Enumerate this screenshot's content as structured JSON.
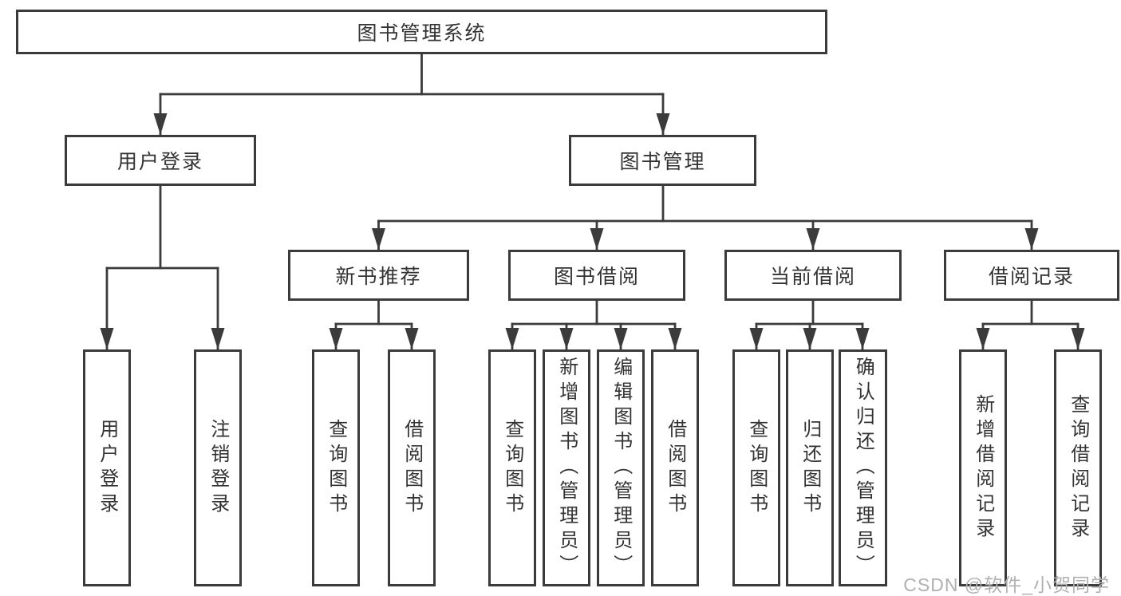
{
  "diagram_type": "hierarchy-tree",
  "colors": {
    "line": "#3b3b3b",
    "text": "#333333",
    "box_background": "#ffffff",
    "watermark": "#b0b0b0"
  },
  "tree": {
    "label": "图书管理系统",
    "children": [
      {
        "label": "用户登录",
        "children": [
          {
            "label": "用户登录"
          },
          {
            "label": "注销登录"
          }
        ]
      },
      {
        "label": "图书管理",
        "children": [
          {
            "label": "新书推荐",
            "children": [
              {
                "label": "查询图书"
              },
              {
                "label": "借阅图书"
              }
            ]
          },
          {
            "label": "图书借阅",
            "children": [
              {
                "label": "查询图书"
              },
              {
                "label": "新增图书（管理员）"
              },
              {
                "label": "编辑图书（管理员）"
              },
              {
                "label": "借阅图书"
              }
            ]
          },
          {
            "label": "当前借阅",
            "children": [
              {
                "label": "查询图书"
              },
              {
                "label": "归还图书"
              },
              {
                "label": "确认归还（管理员）"
              }
            ]
          },
          {
            "label": "借阅记录",
            "children": [
              {
                "label": "新增借阅记录"
              },
              {
                "label": "查询借阅记录"
              }
            ]
          }
        ]
      }
    ]
  },
  "watermark": {
    "text": "CSDN @软件_小贺同学"
  }
}
